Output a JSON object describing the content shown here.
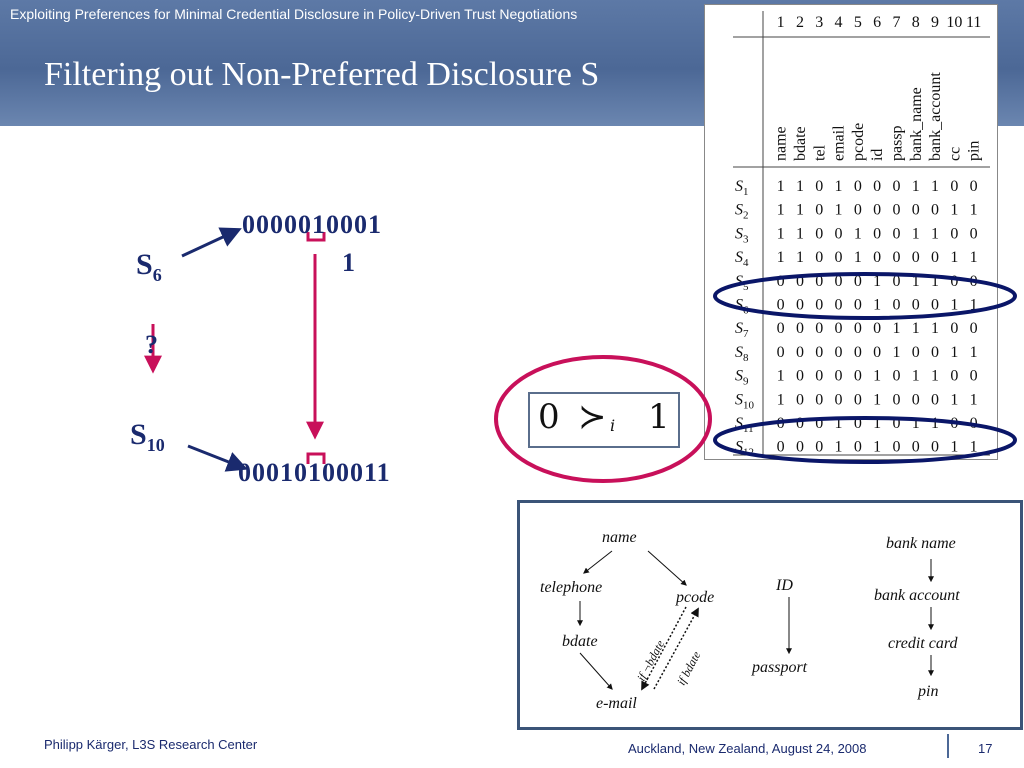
{
  "header": {
    "subtitle": "Exploiting Preferences for Minimal Credential Disclosure in Policy-Driven Trust Negotiations",
    "title": "Filtering out Non-Preferred Disclosure S"
  },
  "diagram": {
    "s6_letter": "S",
    "s6_sub": "6",
    "s10_letter": "S",
    "s10_sub": "10",
    "question": "?",
    "bits_top_line1": "0000010001",
    "bits_top_line2": "1",
    "bits_bottom": "00010100011"
  },
  "preference": {
    "left": "0",
    "relation": "≻",
    "relation_sub": "i",
    "right": "1"
  },
  "matrix": {
    "columns": [
      "1",
      "2",
      "3",
      "4",
      "5",
      "6",
      "7",
      "8",
      "9",
      "10",
      "11"
    ],
    "column_names": [
      "name",
      "bdate",
      "tel",
      "email",
      "pcode",
      "id",
      "passp",
      "bank_name",
      "bank_account",
      "cc",
      "pin"
    ],
    "rows": [
      {
        "letter": "S",
        "sub": "1",
        "bits": [
          "1",
          "1",
          "0",
          "1",
          "0",
          "0",
          "0",
          "1",
          "1",
          "0",
          "0"
        ]
      },
      {
        "letter": "S",
        "sub": "2",
        "bits": [
          "1",
          "1",
          "0",
          "1",
          "0",
          "0",
          "0",
          "0",
          "0",
          "1",
          "1"
        ]
      },
      {
        "letter": "S",
        "sub": "3",
        "bits": [
          "1",
          "1",
          "0",
          "0",
          "1",
          "0",
          "0",
          "1",
          "1",
          "0",
          "0"
        ]
      },
      {
        "letter": "S",
        "sub": "4",
        "bits": [
          "1",
          "1",
          "0",
          "0",
          "1",
          "0",
          "0",
          "0",
          "0",
          "1",
          "1"
        ]
      },
      {
        "letter": "S",
        "sub": "5",
        "bits": [
          "0",
          "0",
          "0",
          "0",
          "0",
          "1",
          "0",
          "1",
          "1",
          "0",
          "0"
        ]
      },
      {
        "letter": "S",
        "sub": "6",
        "bits": [
          "0",
          "0",
          "0",
          "0",
          "0",
          "1",
          "0",
          "0",
          "0",
          "1",
          "1"
        ]
      },
      {
        "letter": "S",
        "sub": "7",
        "bits": [
          "0",
          "0",
          "0",
          "0",
          "0",
          "0",
          "1",
          "1",
          "1",
          "0",
          "0"
        ]
      },
      {
        "letter": "S",
        "sub": "8",
        "bits": [
          "0",
          "0",
          "0",
          "0",
          "0",
          "0",
          "1",
          "0",
          "0",
          "1",
          "1"
        ]
      },
      {
        "letter": "S",
        "sub": "9",
        "bits": [
          "1",
          "0",
          "0",
          "0",
          "0",
          "1",
          "0",
          "1",
          "1",
          "0",
          "0"
        ]
      },
      {
        "letter": "S",
        "sub": "10",
        "bits": [
          "1",
          "0",
          "0",
          "0",
          "0",
          "1",
          "0",
          "0",
          "0",
          "1",
          "1"
        ]
      },
      {
        "letter": "S",
        "sub": "11",
        "bits": [
          "0",
          "0",
          "0",
          "1",
          "0",
          "1",
          "0",
          "1",
          "1",
          "0",
          "0"
        ]
      },
      {
        "letter": "S",
        "sub": "12",
        "bits": [
          "0",
          "0",
          "0",
          "1",
          "0",
          "1",
          "0",
          "0",
          "0",
          "1",
          "1"
        ]
      }
    ]
  },
  "graph": {
    "name": "name",
    "telephone": "telephone",
    "pcode": "pcode",
    "bdate": "bdate",
    "email": "e-mail",
    "id": "ID",
    "passport": "passport",
    "bank_name": "bank name",
    "bank_account": "bank account",
    "credit_card": "credit card",
    "pin": "pin",
    "cond_left": "if ¬bdate",
    "cond_right": "if bdate"
  },
  "footer": {
    "author": "Philipp Kärger, L3S Research Center",
    "venue": "Auckland, New Zealand, August 24, 2008",
    "page": "17"
  }
}
